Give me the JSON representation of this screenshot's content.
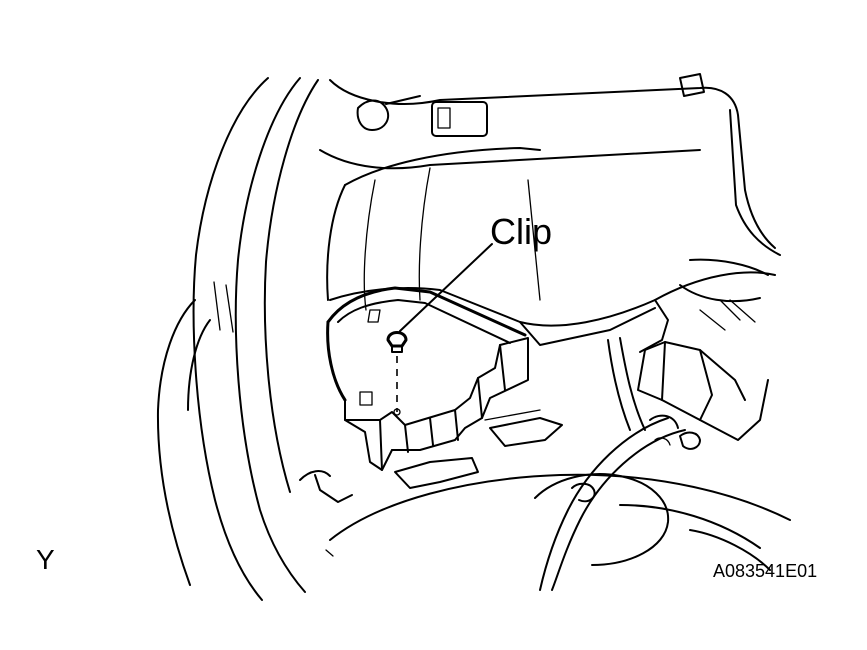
{
  "labels": {
    "callout": "Clip",
    "view_marker": "Y",
    "figure_code": "A083541E01"
  }
}
